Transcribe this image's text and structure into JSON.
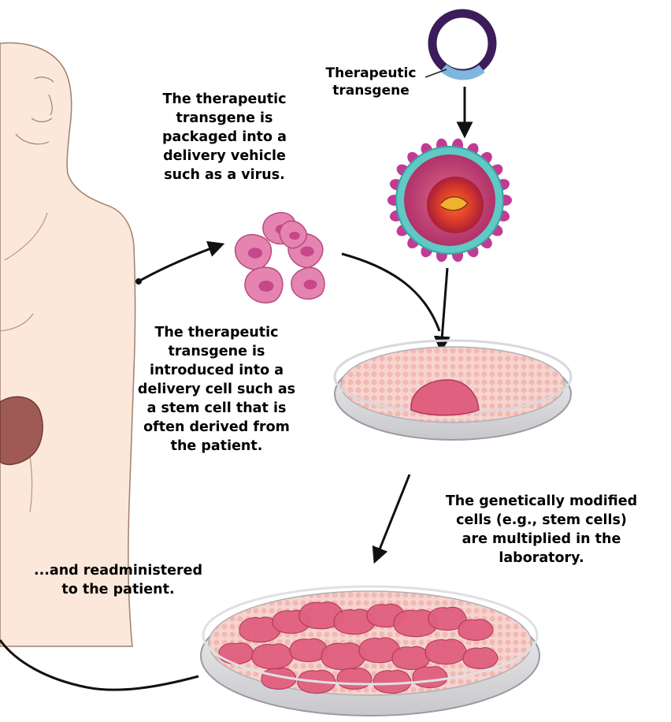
{
  "labels": {
    "plasmid": [
      "Therapeutic",
      "transgene"
    ],
    "packaged": [
      "The therapeutic",
      "transgene is",
      "packaged into a",
      "delivery vehicle",
      "such as a virus."
    ],
    "introduced": [
      "The therapeutic",
      "transgene is",
      "introduced into a",
      "delivery cell such as",
      "a stem cell that is",
      "often derived from",
      "the patient."
    ],
    "multiplied": [
      "The genetically modified",
      "cells (e.g., stem cells)",
      "are multiplied in the",
      "laboratory."
    ],
    "readministered": [
      "...and readministered",
      "to the patient."
    ]
  },
  "colors": {
    "skin": "#fbe8da",
    "skin_outline": "#a0806a",
    "liver": "#a05a55",
    "cell": "#e584b0",
    "cell_nucleus": "#c7478a",
    "plasmid_ring": "#3c1c5a",
    "plasmid_insert": "#7fb6dc",
    "virus_capsid": "#5fc9c4",
    "virus_spikes": "#c23a95",
    "virus_core": "#c8243b",
    "dish_tissue": "#f2b6b0",
    "colony": "#e0607f",
    "arrow": "#111111"
  }
}
